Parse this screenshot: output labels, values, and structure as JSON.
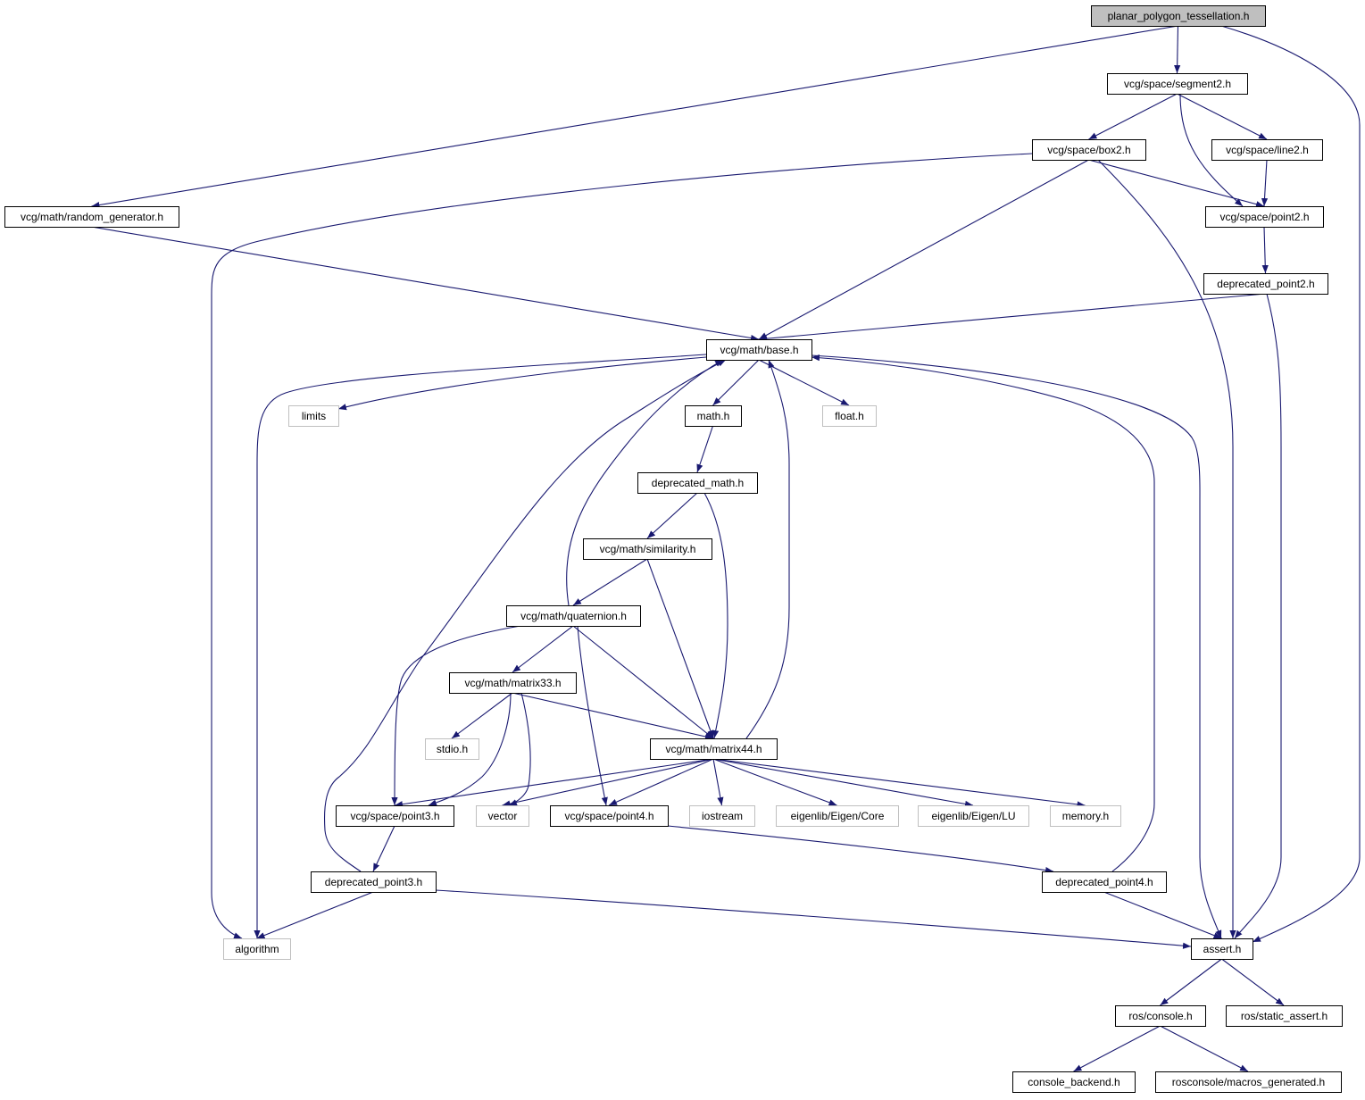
{
  "colors": {
    "edge": "#191970",
    "doc_node_border": "#000000",
    "ext_node_border": "#bfbfbf",
    "root_node_fill": "#bfbfbf",
    "node_fill": "#ffffff"
  },
  "nodes": [
    {
      "id": "root",
      "label": "planar_polygon_tessellation.h",
      "kind": "root"
    },
    {
      "id": "segment2",
      "label": "vcg/space/segment2.h",
      "kind": "documented"
    },
    {
      "id": "box2",
      "label": "vcg/space/box2.h",
      "kind": "documented"
    },
    {
      "id": "line2",
      "label": "vcg/space/line2.h",
      "kind": "documented"
    },
    {
      "id": "random_generator",
      "label": "vcg/math/random_generator.h",
      "kind": "documented"
    },
    {
      "id": "point2",
      "label": "vcg/space/point2.h",
      "kind": "documented"
    },
    {
      "id": "deprecated_point2",
      "label": "deprecated_point2.h",
      "kind": "documented"
    },
    {
      "id": "base",
      "label": "vcg/math/base.h",
      "kind": "documented"
    },
    {
      "id": "limits",
      "label": "limits",
      "kind": "external"
    },
    {
      "id": "math",
      "label": "math.h",
      "kind": "documented"
    },
    {
      "id": "float",
      "label": "float.h",
      "kind": "external"
    },
    {
      "id": "deprecated_math",
      "label": "deprecated_math.h",
      "kind": "documented"
    },
    {
      "id": "similarity",
      "label": "vcg/math/similarity.h",
      "kind": "documented"
    },
    {
      "id": "quaternion",
      "label": "vcg/math/quaternion.h",
      "kind": "documented"
    },
    {
      "id": "matrix33",
      "label": "vcg/math/matrix33.h",
      "kind": "documented"
    },
    {
      "id": "stdio",
      "label": "stdio.h",
      "kind": "external"
    },
    {
      "id": "matrix44",
      "label": "vcg/math/matrix44.h",
      "kind": "documented"
    },
    {
      "id": "point3",
      "label": "vcg/space/point3.h",
      "kind": "documented"
    },
    {
      "id": "vector",
      "label": "vector",
      "kind": "external"
    },
    {
      "id": "point4",
      "label": "vcg/space/point4.h",
      "kind": "documented"
    },
    {
      "id": "iostream",
      "label": "iostream",
      "kind": "external"
    },
    {
      "id": "eigen_core",
      "label": "eigenlib/Eigen/Core",
      "kind": "external"
    },
    {
      "id": "eigen_lu",
      "label": "eigenlib/Eigen/LU",
      "kind": "external"
    },
    {
      "id": "memory",
      "label": "memory.h",
      "kind": "external"
    },
    {
      "id": "deprecated_point3",
      "label": "deprecated_point3.h",
      "kind": "documented"
    },
    {
      "id": "deprecated_point4",
      "label": "deprecated_point4.h",
      "kind": "documented"
    },
    {
      "id": "algorithm",
      "label": "algorithm",
      "kind": "external"
    },
    {
      "id": "assert",
      "label": "assert.h",
      "kind": "documented"
    },
    {
      "id": "ros_console",
      "label": "ros/console.h",
      "kind": "documented"
    },
    {
      "id": "ros_static_assert",
      "label": "ros/static_assert.h",
      "kind": "documented"
    },
    {
      "id": "console_backend",
      "label": "console_backend.h",
      "kind": "documented"
    },
    {
      "id": "macros_generated",
      "label": "rosconsole/macros_generated.h",
      "kind": "documented"
    }
  ],
  "edges": [
    {
      "from": "root",
      "to": "random_generator"
    },
    {
      "from": "root",
      "to": "segment2"
    },
    {
      "from": "root",
      "to": "assert"
    },
    {
      "from": "segment2",
      "to": "box2"
    },
    {
      "from": "segment2",
      "to": "line2"
    },
    {
      "from": "segment2",
      "to": "point2"
    },
    {
      "from": "box2",
      "to": "algorithm"
    },
    {
      "from": "box2",
      "to": "base"
    },
    {
      "from": "box2",
      "to": "point2"
    },
    {
      "from": "box2",
      "to": "assert"
    },
    {
      "from": "line2",
      "to": "point2"
    },
    {
      "from": "random_generator",
      "to": "base"
    },
    {
      "from": "point2",
      "to": "deprecated_point2"
    },
    {
      "from": "deprecated_point2",
      "to": "base"
    },
    {
      "from": "deprecated_point2",
      "to": "assert"
    },
    {
      "from": "base",
      "to": "algorithm"
    },
    {
      "from": "base",
      "to": "limits"
    },
    {
      "from": "base",
      "to": "math"
    },
    {
      "from": "base",
      "to": "float"
    },
    {
      "from": "base",
      "to": "assert"
    },
    {
      "from": "math",
      "to": "deprecated_math"
    },
    {
      "from": "deprecated_math",
      "to": "similarity"
    },
    {
      "from": "deprecated_math",
      "to": "matrix44"
    },
    {
      "from": "similarity",
      "to": "quaternion"
    },
    {
      "from": "similarity",
      "to": "matrix44"
    },
    {
      "from": "quaternion",
      "to": "base"
    },
    {
      "from": "quaternion",
      "to": "matrix33"
    },
    {
      "from": "quaternion",
      "to": "matrix44"
    },
    {
      "from": "quaternion",
      "to": "point3"
    },
    {
      "from": "quaternion",
      "to": "point4"
    },
    {
      "from": "matrix33",
      "to": "stdio"
    },
    {
      "from": "matrix33",
      "to": "point3"
    },
    {
      "from": "matrix33",
      "to": "vector"
    },
    {
      "from": "matrix33",
      "to": "matrix44"
    },
    {
      "from": "matrix44",
      "to": "base"
    },
    {
      "from": "matrix44",
      "to": "point3"
    },
    {
      "from": "matrix44",
      "to": "vector"
    },
    {
      "from": "matrix44",
      "to": "point4"
    },
    {
      "from": "matrix44",
      "to": "iostream"
    },
    {
      "from": "matrix44",
      "to": "eigen_core"
    },
    {
      "from": "matrix44",
      "to": "eigen_lu"
    },
    {
      "from": "matrix44",
      "to": "memory"
    },
    {
      "from": "point3",
      "to": "deprecated_point3"
    },
    {
      "from": "point4",
      "to": "deprecated_point4"
    },
    {
      "from": "deprecated_point3",
      "to": "base"
    },
    {
      "from": "deprecated_point3",
      "to": "algorithm"
    },
    {
      "from": "deprecated_point3",
      "to": "assert"
    },
    {
      "from": "deprecated_point4",
      "to": "base"
    },
    {
      "from": "deprecated_point4",
      "to": "assert"
    },
    {
      "from": "assert",
      "to": "ros_console"
    },
    {
      "from": "assert",
      "to": "ros_static_assert"
    },
    {
      "from": "ros_console",
      "to": "console_backend"
    },
    {
      "from": "ros_console",
      "to": "macros_generated"
    }
  ]
}
